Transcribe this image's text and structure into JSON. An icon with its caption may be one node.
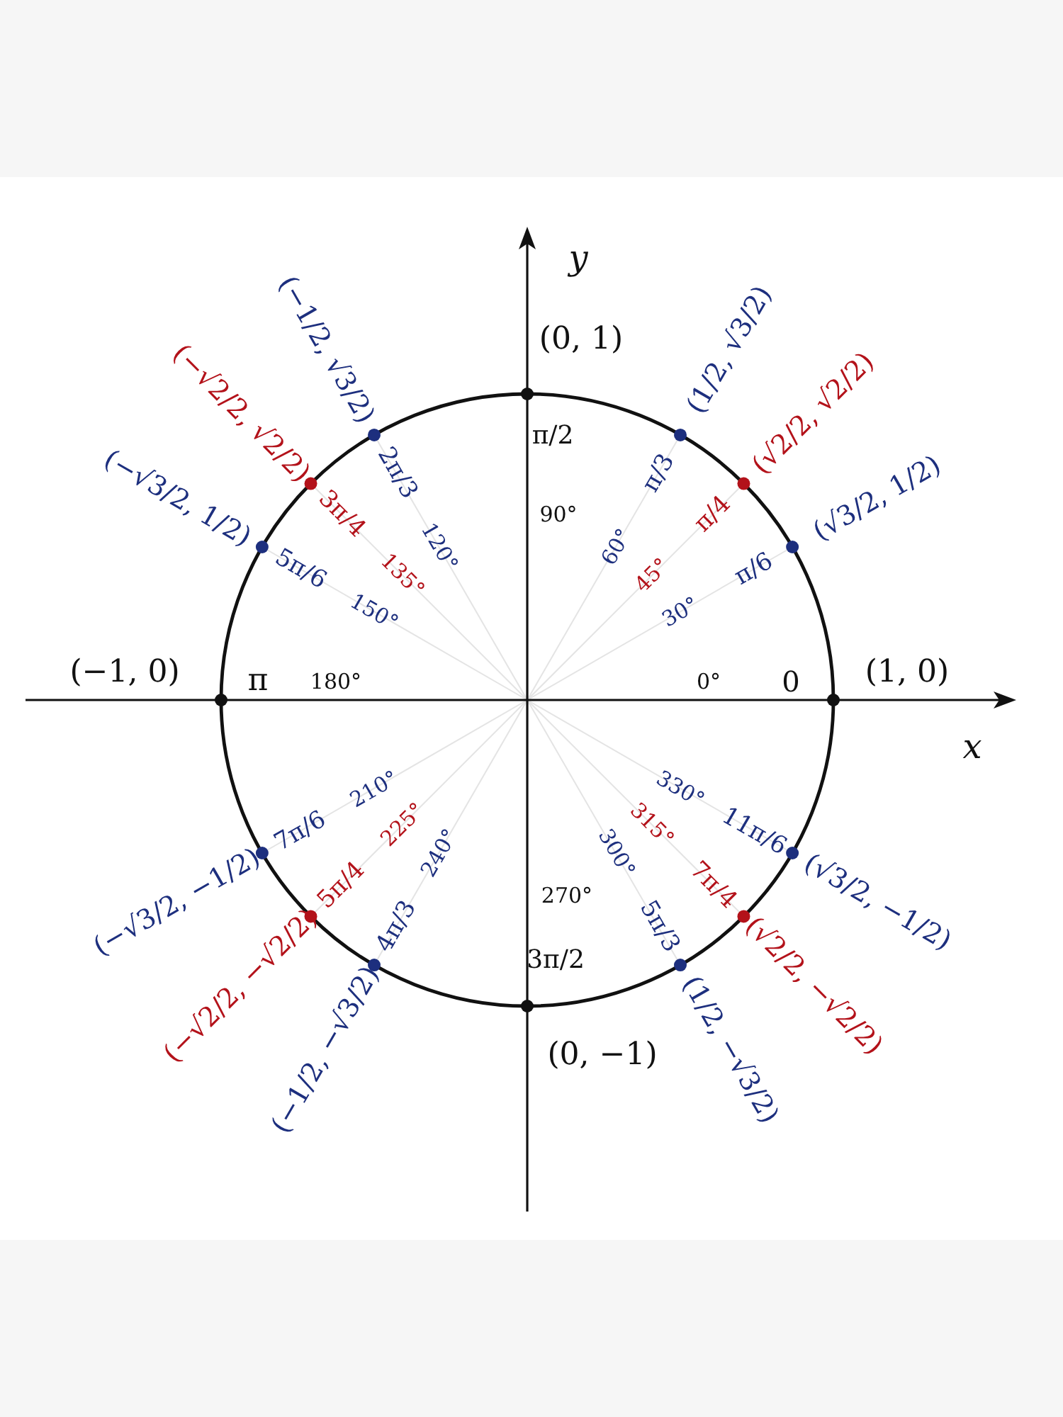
{
  "diagram": {
    "labels": [
      "(−√3/2, 1/2)",
      "(−√2/2, √2/2)",
      "(−1/2, √3/2)",
      "5π/6",
      "3π/4",
      "150°",
      "2π/3",
      "135°",
      "120°",
      "π/2",
      "90°",
      "(0, 1)",
      "y",
      "60°",
      "45°",
      "π/3",
      "30°",
      "π/4",
      "(1/2, √3/2)",
      "π/6",
      "(√2/2, √2/2)",
      "(√3/2, 1/2)",
      "(−1, 0)",
      "π",
      "180°",
      "0°",
      "0",
      "(1, 0)",
      "x",
      "(−√3/2, −1/2)",
      "(−√2/2, −√2/2)",
      "(−1/2, −√3/2)",
      "7π/6",
      "5π/4",
      "210°",
      "4π/3",
      "225°",
      "240°",
      "270°",
      "3π/2",
      "(0, −1)",
      "300°",
      "315°",
      "5π/3",
      "330°",
      "7π/4",
      "(1/2, −√3/2)",
      "11π/6",
      "(√2/2, −√2/2)",
      "(√3/2, −1/2)"
    ]
  }
}
